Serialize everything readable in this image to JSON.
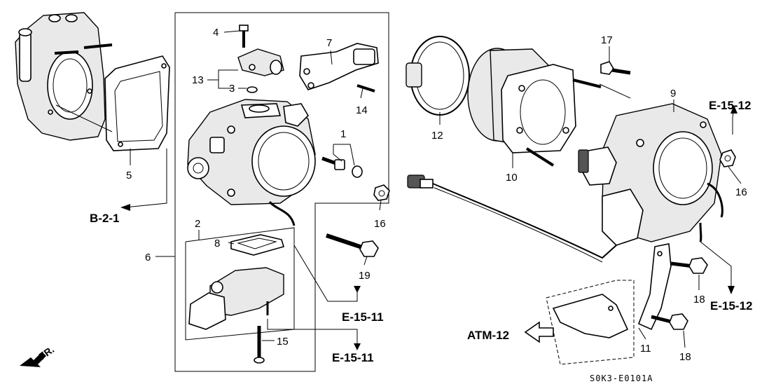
{
  "callouts": {
    "c1": "1",
    "c2": "2",
    "c3": "3",
    "c4": "4",
    "c5": "5",
    "c6": "6",
    "c7": "7",
    "c8": "8",
    "c9": "9",
    "c10": "10",
    "c11": "11",
    "c12": "12",
    "c13": "13",
    "c14": "14",
    "c15": "15",
    "c16a": "16",
    "c16b": "16",
    "c17": "17",
    "c18a": "18",
    "c18b": "18",
    "c19": "19"
  },
  "references": {
    "b21": "B-2-1",
    "e1511a": "E-15-11",
    "e1511b": "E-15-11",
    "e1512a": "E-15-12",
    "e1512b": "E-15-12",
    "atm12": "ATM-12"
  },
  "fr_label": "FR.",
  "diagram_code": "S0K3-E0101A"
}
